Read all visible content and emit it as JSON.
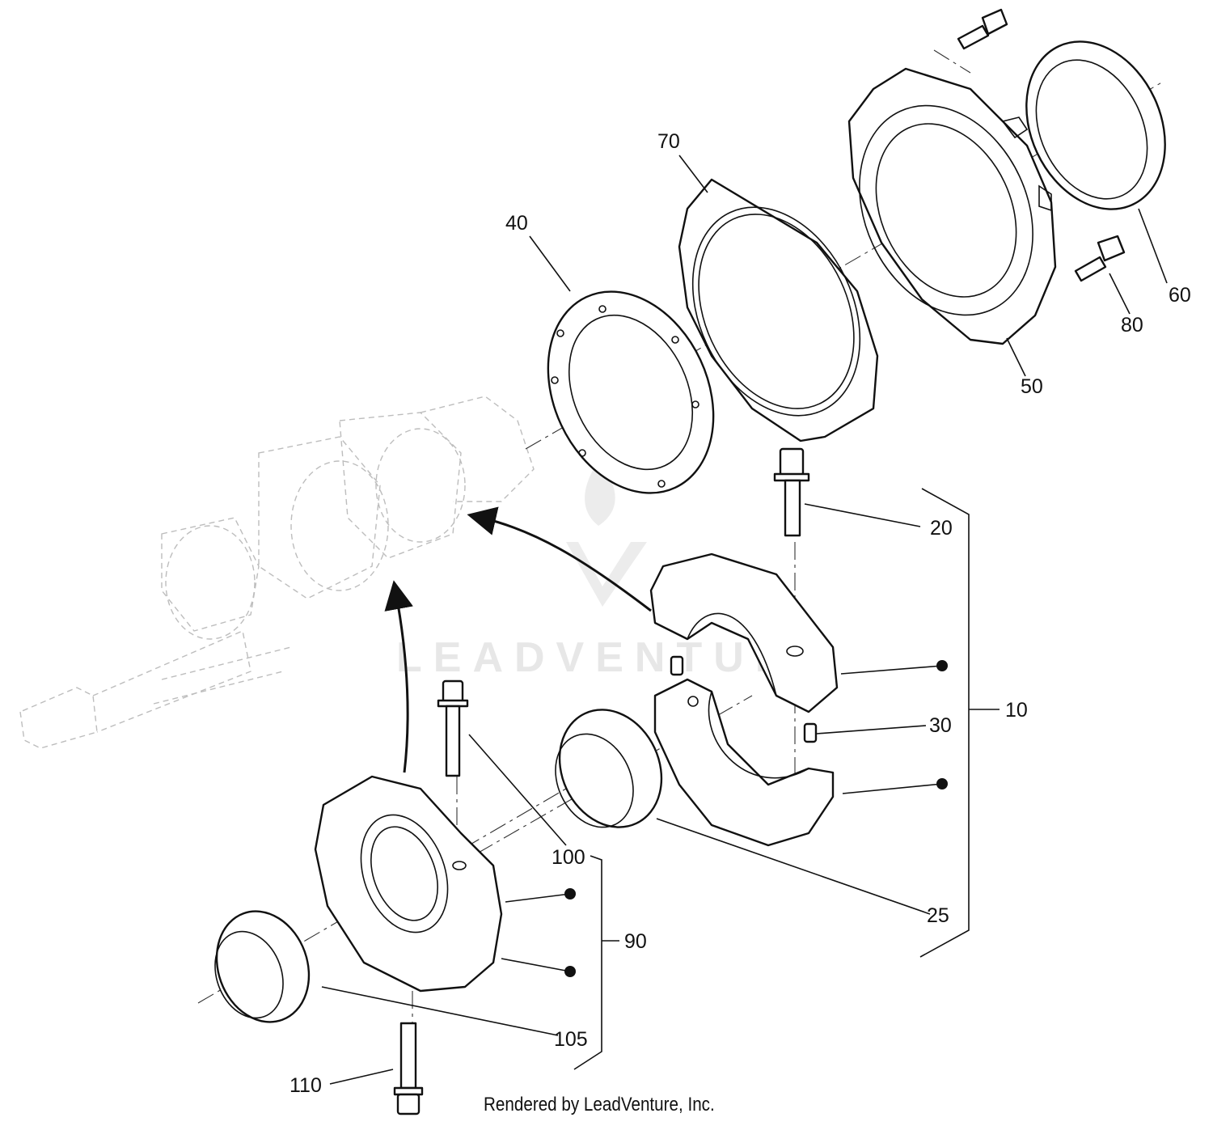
{
  "callouts": {
    "c10": "10",
    "c20": "20",
    "c25": "25",
    "c30": "30",
    "c40": "40",
    "c50": "50",
    "c60": "60",
    "c70": "70",
    "c80": "80",
    "c90": "90",
    "c100": "100",
    "c105": "105",
    "c110": "110"
  },
  "watermark": "LEADVENTURE",
  "credit": "Rendered by LeadVenture, Inc.",
  "colors": {
    "ink": "#111111",
    "ghost": "#bdbdbd",
    "watermark": "#e7e7e7"
  }
}
